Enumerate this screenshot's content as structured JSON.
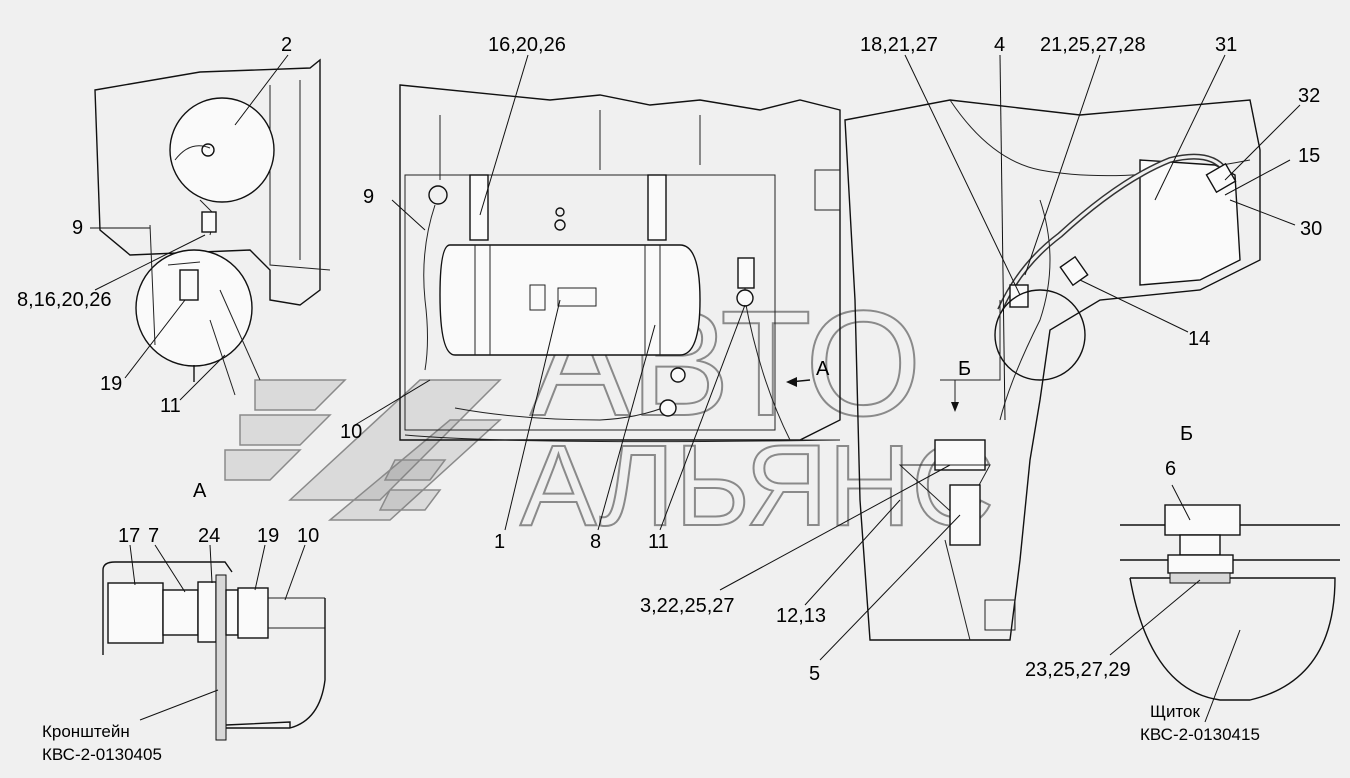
{
  "callouts": [
    {
      "id": "c2",
      "text": "2"
    },
    {
      "id": "c16a",
      "text": "16,20,26"
    },
    {
      "id": "c18",
      "text": "18,21,27"
    },
    {
      "id": "c4",
      "text": "4"
    },
    {
      "id": "c21",
      "text": "21,25,27,28"
    },
    {
      "id": "c31",
      "text": "31"
    },
    {
      "id": "c32",
      "text": "32"
    },
    {
      "id": "c15",
      "text": "15"
    },
    {
      "id": "c30",
      "text": "30"
    },
    {
      "id": "c9a",
      "text": "9"
    },
    {
      "id": "c9b",
      "text": "9"
    },
    {
      "id": "c8a",
      "text": "8,16,20,26"
    },
    {
      "id": "c19a",
      "text": "19"
    },
    {
      "id": "c11a",
      "text": "11"
    },
    {
      "id": "c10a",
      "text": "10"
    },
    {
      "id": "c14",
      "text": "14"
    },
    {
      "id": "c1",
      "text": "1"
    },
    {
      "id": "c8b",
      "text": "8"
    },
    {
      "id": "c11b",
      "text": "11"
    },
    {
      "id": "c3",
      "text": "3,22,25,27"
    },
    {
      "id": "c12",
      "text": "12,13"
    },
    {
      "id": "c5",
      "text": "5"
    },
    {
      "id": "c6",
      "text": "6"
    },
    {
      "id": "c23",
      "text": "23,25,27,29"
    },
    {
      "id": "c17",
      "text": "17"
    },
    {
      "id": "c7",
      "text": "7"
    },
    {
      "id": "c24",
      "text": "24"
    },
    {
      "id": "c19b",
      "text": "19"
    },
    {
      "id": "c10b",
      "text": "10"
    }
  ],
  "view_labels": {
    "view_a_arrow": "А",
    "view_b_arrow": "Б",
    "view_a_title": "А",
    "view_b_title": "Б"
  },
  "captions": {
    "bracket_line1": "Кронштейн",
    "bracket_line2": "КВС-2-0130405",
    "panel_line1": "Щиток",
    "panel_line2": "КВС-2-0130415"
  },
  "watermark": {
    "line1": "АВТО",
    "line2": "АЛЬЯНС"
  }
}
